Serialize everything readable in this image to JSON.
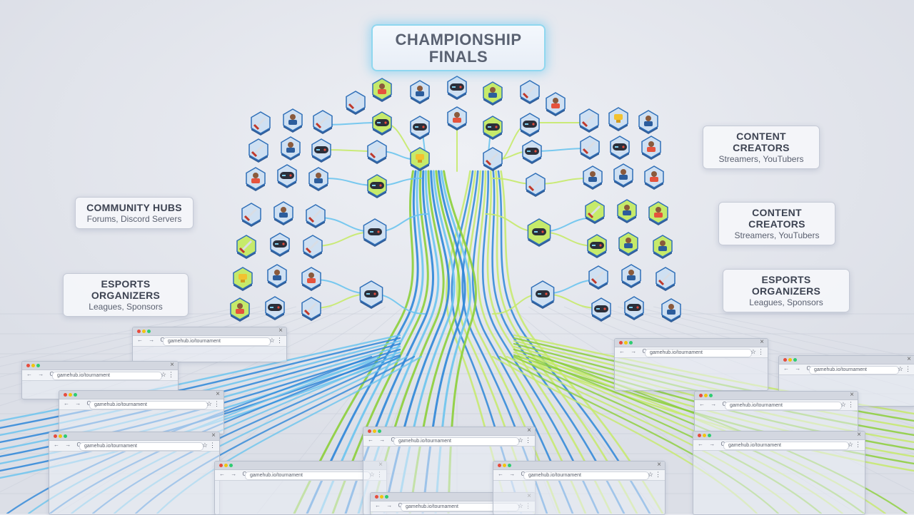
{
  "title": {
    "line1": "CHAMPIONSHIP",
    "line2": "FINALS"
  },
  "labels": {
    "community_hubs": {
      "title": "COMMUNITY HUBS",
      "sub": "Forums, Discord Servers"
    },
    "esports_left": {
      "title": "ESPORTS ORGANIZERS",
      "sub": "Leagues, Sponsors"
    },
    "content_creators_top": {
      "title": "CONTENT CREATORS",
      "sub": "Streamers, YouTubers"
    },
    "content_creators_mid": {
      "title": "CONTENT CREATORS",
      "sub": "Streamers, YouTubers"
    },
    "esports_right": {
      "title": "ESPORTS ORGANIZERS",
      "sub": "Leagues, Sponsors"
    }
  },
  "browser": {
    "url": "gamehub.io/tournament"
  },
  "colors": {
    "blue": "#2d86d8",
    "light_blue": "#6cc4ee",
    "green": "#8ccf3a",
    "light_green": "#c6ea6a",
    "background": "#e2e5ec",
    "glow": "#8fd7ef"
  },
  "icon_legend": [
    "sword-icon",
    "player-icon",
    "controller-icon",
    "cheering-player-icon",
    "trophy-icon"
  ]
}
